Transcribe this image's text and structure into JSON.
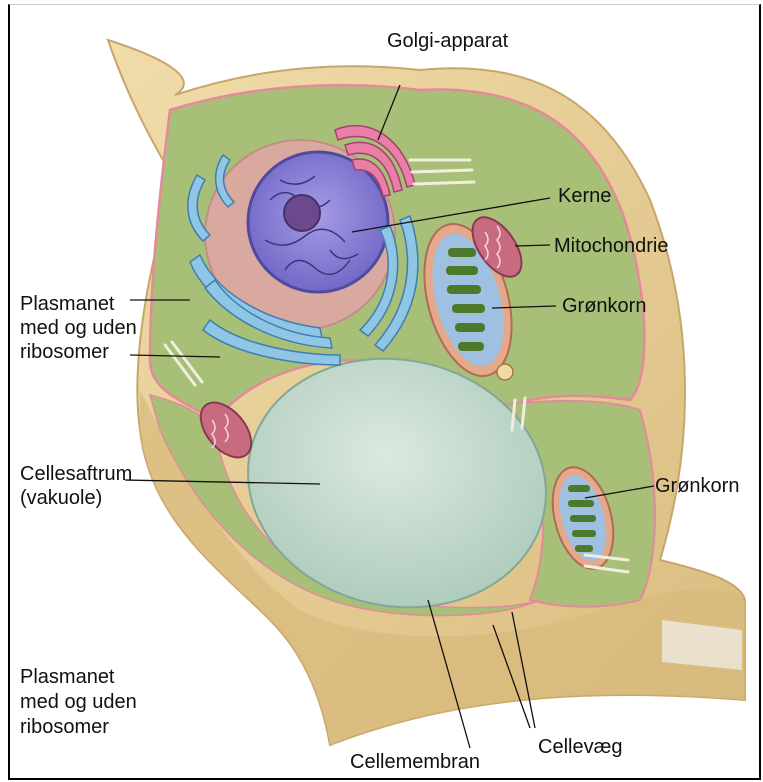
{
  "labels": {
    "golgi": "Golgi-apparat",
    "kerne": "Kerne",
    "mitochondrie": "Mitochondrie",
    "gronkorn_1": "Grønkorn",
    "gronkorn_2": "Grønkorn",
    "plasmanet_1": [
      "Plasmanet",
      "med og uden",
      "ribosomer"
    ],
    "cellesaftrum": [
      "Cellesaftrum",
      "(vakuole)"
    ],
    "plasmanet_2": [
      "Plasmanet",
      "med og uden",
      "ribosomer"
    ],
    "cellemembran": "Cellemembran",
    "cellevaeg": "Cellevæg"
  },
  "colors": {
    "cell_wall": "#e9d29a",
    "cell_wall_shade": "#d4b574",
    "cytoplasm": "#a9c07a",
    "membrane": "#e48a9a",
    "nucleus": "#8f86d6",
    "nucleolus": "#6a4a8c",
    "er": "#8fc6e6",
    "golgi": "#e77fa6",
    "chloroplast": "#4d7a2a",
    "mitochondria": "#c86a80",
    "vacuole": "#cfe0d6"
  }
}
